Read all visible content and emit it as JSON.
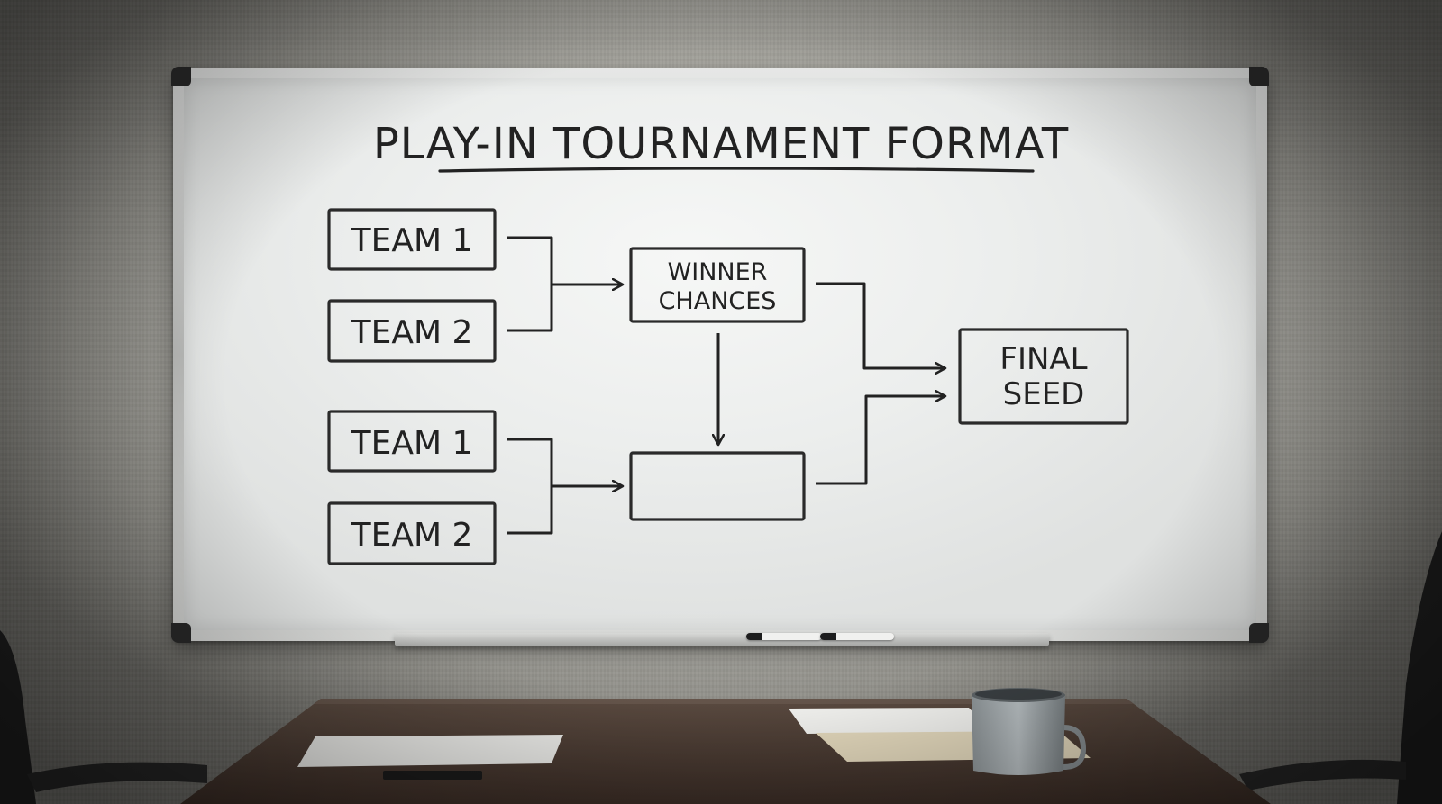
{
  "whiteboard": {
    "title": "PLAY-IN TOURNAMENT FORMAT",
    "boxes": {
      "team1_top": "TEAM 1",
      "team2_top": "TEAM 2",
      "team1_bottom": "TEAM 1",
      "team2_bottom": "TEAM 2",
      "winner_line1": "WINNER",
      "winner_line2": "CHANCES",
      "final_line1": "FINAL",
      "final_line2": "SEED"
    }
  },
  "colors": {
    "ink": "#222222",
    "board": "#eceeed",
    "frame": "#c4c5c3",
    "table": "#4a3a32"
  },
  "icons": [
    "marker-icon",
    "mug-icon"
  ]
}
